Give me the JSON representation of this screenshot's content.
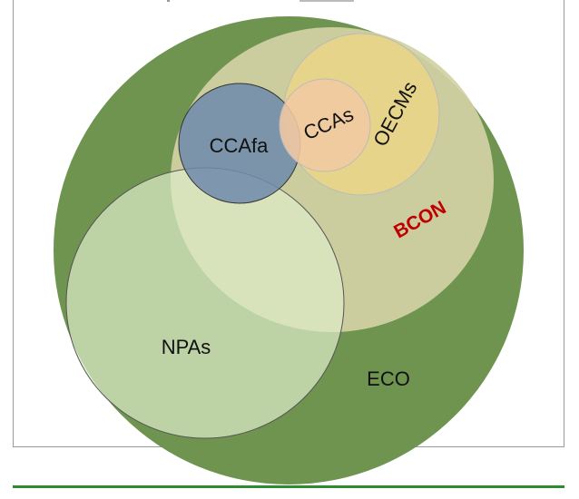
{
  "diagram": {
    "labels": {
      "eco": "ECO",
      "bcon": "BCON",
      "npas": "NPAs",
      "ccafa": "CCAfa",
      "ccas": "CCAs",
      "oecms": "OECMs"
    },
    "colors": {
      "eco": "#6e9450",
      "bcon": "#d2d2a6",
      "npas": "#cde0b4",
      "ccafa": "#7890ac",
      "oecms": "#e6d488",
      "ccas": "#f0c8a0",
      "bcon_text": "#c00000",
      "bottom_rule": "#2f8b2f"
    }
  }
}
